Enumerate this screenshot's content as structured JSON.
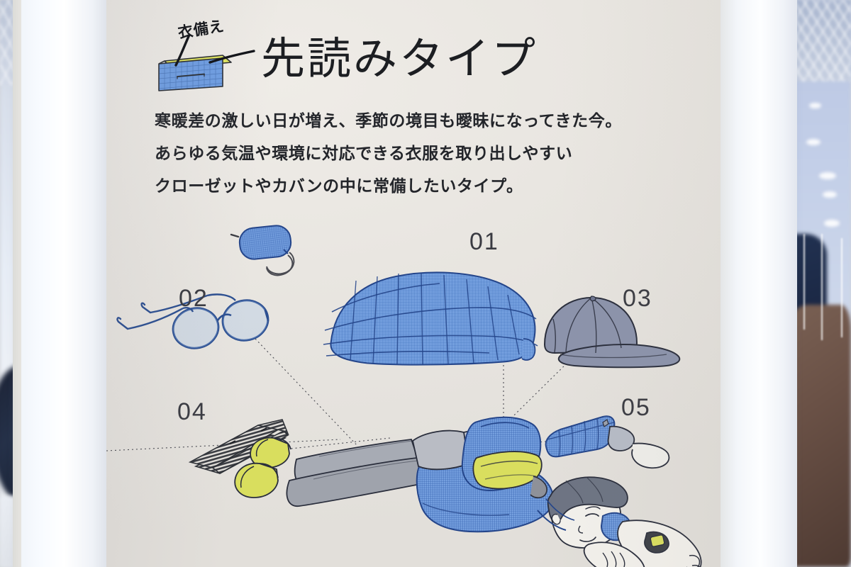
{
  "poster": {
    "handwritten_note": "衣備え",
    "title": "先読みタイプ",
    "body_lines": [
      "寒暖差の激しい日が増え、季節の境目も曖昧になってきた今。",
      "あらゆる気温や環境に対応できる衣服を取り出しやすい",
      "クローゼットやカバンの中に常備したいタイプ。"
    ],
    "items": [
      {
        "number": "01",
        "name": "quilted-down-jacket"
      },
      {
        "number": "02",
        "name": "eyeglasses"
      },
      {
        "number": "03",
        "name": "baseball-cap"
      },
      {
        "number": "04",
        "name": "striped-scarf"
      },
      {
        "number": "05",
        "name": "folding-umbrella"
      }
    ],
    "figure": {
      "name": "person-lying-prone-with-backpack"
    },
    "colors": {
      "poster_background": "#e9e6e1",
      "accent_blue": "#6f9ee2",
      "accent_blue_dark": "#2f5fa8",
      "accent_yellow": "#d9de5e",
      "cap_gray": "#8c93ab",
      "ink": "#1c1e22",
      "number_gray": "#3a3b42",
      "pants_gray": "#9fa3ac"
    }
  }
}
